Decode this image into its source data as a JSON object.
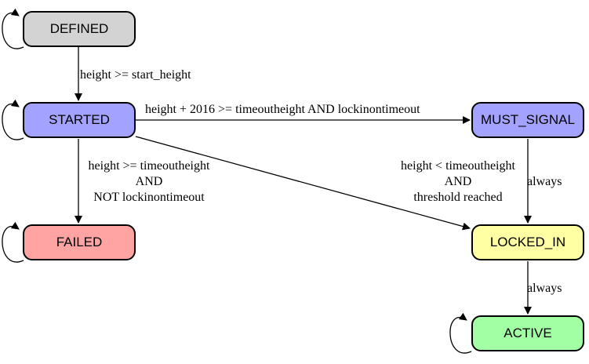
{
  "diagram": {
    "nodes": {
      "defined": {
        "label": "DEFINED",
        "fill": "#d3d3d3"
      },
      "started": {
        "label": "STARTED",
        "fill": "#a3a3ff"
      },
      "must_signal": {
        "label": "MUST_SIGNAL",
        "fill": "#a3a3ff"
      },
      "failed": {
        "label": "FAILED",
        "fill": "#ffa3a3"
      },
      "locked_in": {
        "label": "LOCKED_IN",
        "fill": "#ffffa3"
      },
      "active": {
        "label": "ACTIVE",
        "fill": "#a3ffa3"
      }
    },
    "edges": {
      "defined_to_started": {
        "from": "DEFINED",
        "to": "STARTED",
        "label": "height >= start_height"
      },
      "started_to_must_signal": {
        "from": "STARTED",
        "to": "MUST_SIGNAL",
        "label": "height + 2016 >= timeoutheight AND lockinontimeout"
      },
      "started_to_failed": {
        "from": "STARTED",
        "to": "FAILED",
        "label_lines": [
          "height >= timeoutheight",
          "AND",
          "NOT lockinontimeout"
        ]
      },
      "started_to_locked_in": {
        "from": "STARTED",
        "to": "LOCKED_IN",
        "label_lines": [
          "height < timeoutheight",
          "AND",
          "threshold reached"
        ]
      },
      "must_signal_to_locked_in": {
        "from": "MUST_SIGNAL",
        "to": "LOCKED_IN",
        "label": "always"
      },
      "locked_in_to_active": {
        "from": "LOCKED_IN",
        "to": "ACTIVE",
        "label": "always"
      }
    },
    "self_loops": [
      "DEFINED",
      "STARTED",
      "FAILED",
      "ACTIVE"
    ]
  }
}
